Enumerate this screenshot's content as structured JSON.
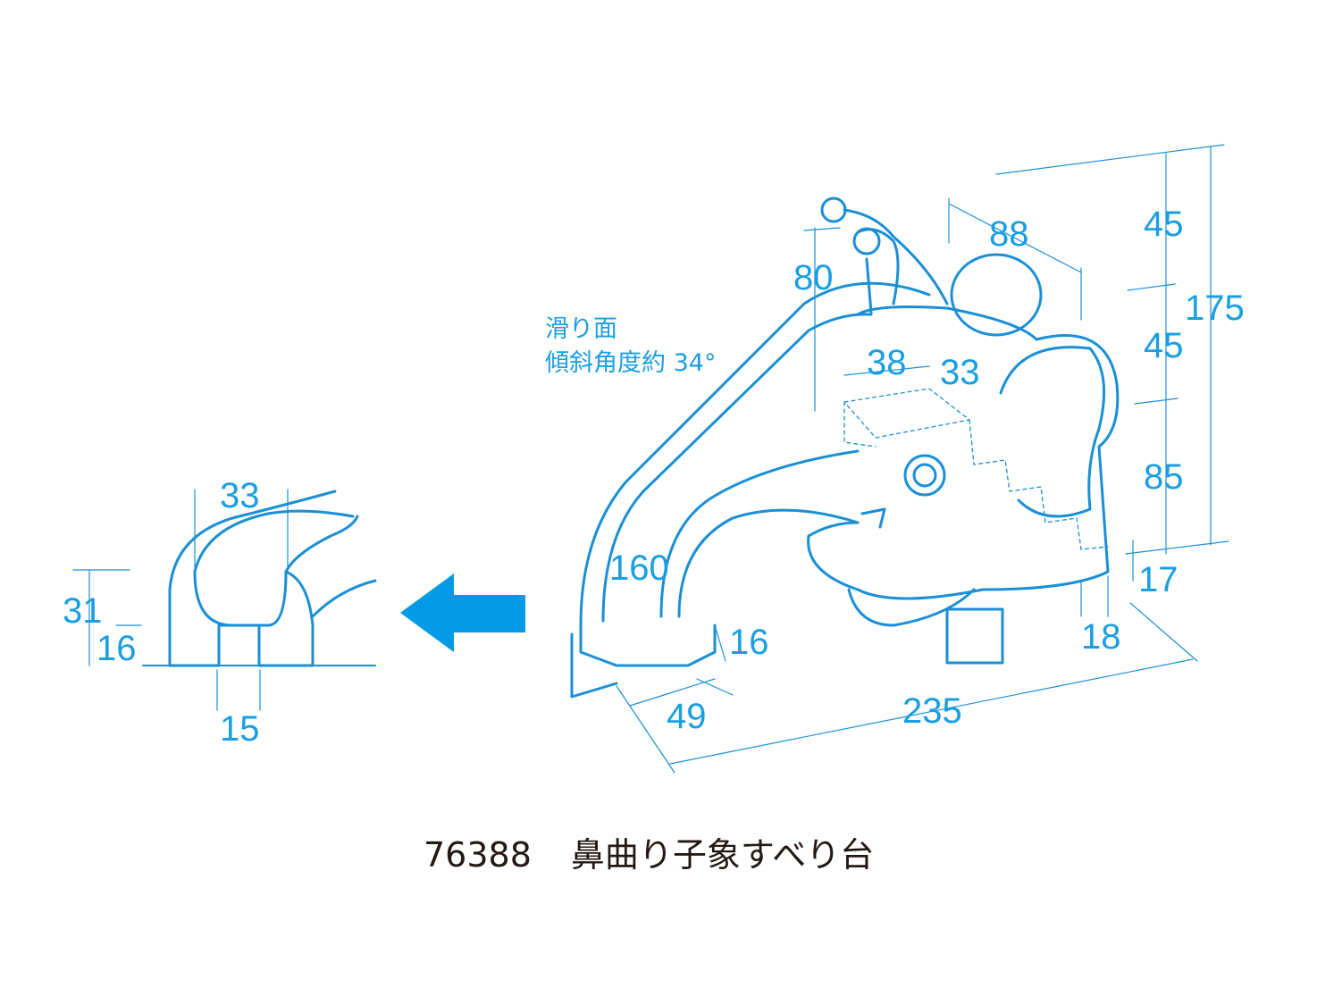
{
  "colors": {
    "line": "#1a8fd6",
    "dimension": "#1a9ee2",
    "arrow": "#009be4",
    "caption": "#231815"
  },
  "caption": {
    "code": "76388",
    "name": "鼻曲り子象すべり台"
  },
  "note": {
    "line1": "滑り面",
    "line2": "傾斜角度約 34°"
  },
  "side_detail": {
    "width_top": "33",
    "height_total": "31",
    "height_base": "16",
    "leg_width": "15"
  },
  "main_view": {
    "ear_height": "80",
    "head_depth": "88",
    "height_top": "45",
    "height_mid": "45",
    "height_total": "175",
    "height_lower": "85",
    "platform_width": "38",
    "platform_depth": "33",
    "slide_length": "160",
    "slide_end_height": "16",
    "slide_end_width": "49",
    "total_length": "235",
    "base_height": "17",
    "base_width": "18"
  },
  "arrow_icon": "arrow-left-icon"
}
